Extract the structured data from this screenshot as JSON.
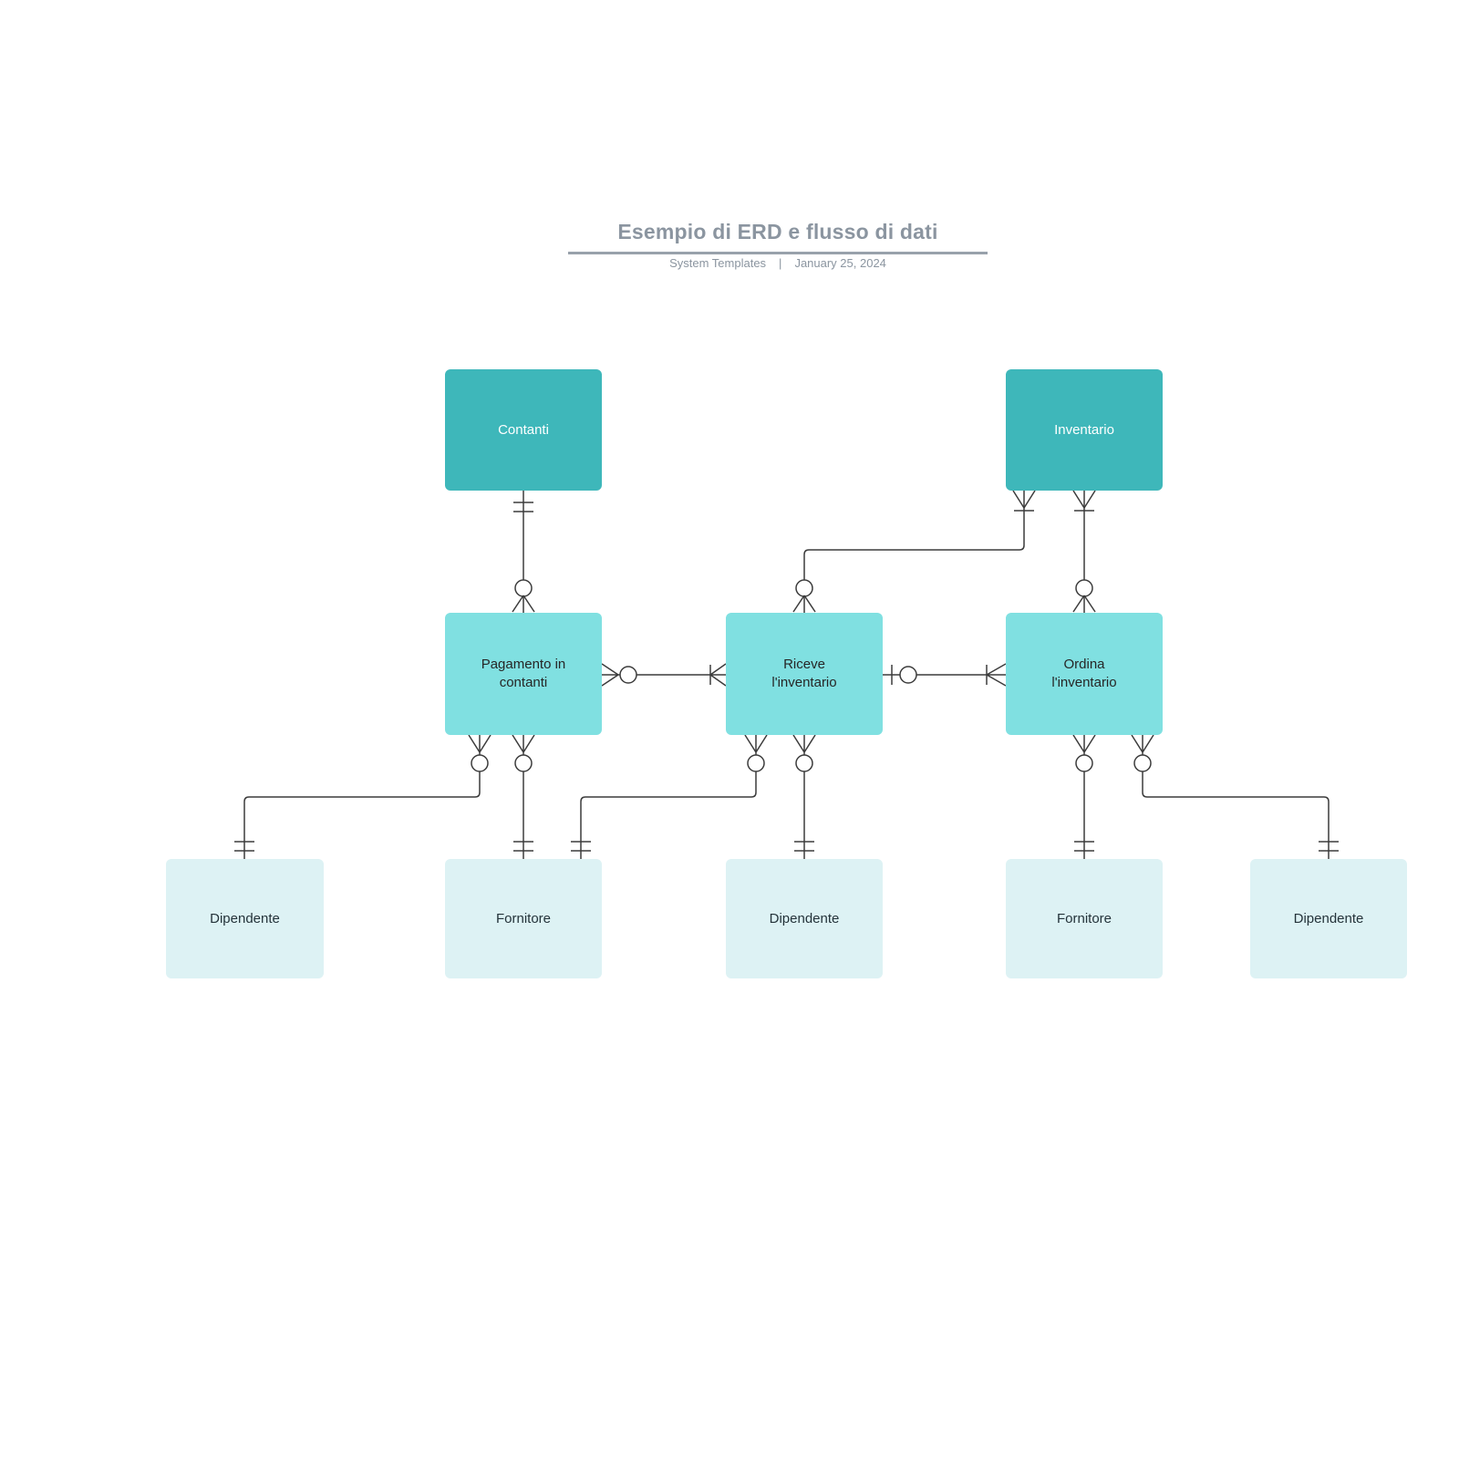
{
  "header": {
    "title": "Esempio di ERD e flusso di dati",
    "subtitle_left": "System Templates",
    "subtitle_separator": "|",
    "subtitle_right": "January 25, 2024"
  },
  "colors": {
    "entity_dark": "#3eb7ba",
    "process_mid": "#80e0e1",
    "actor_light": "#ddf2f4",
    "line_color": "#3c3c3c",
    "title_gray": "#8b95a0",
    "rule_gray": "#98a1ab"
  },
  "nodes": [
    {
      "id": "contanti",
      "label": "Contanti",
      "kind": "entity"
    },
    {
      "id": "inventario",
      "label": "Inventario",
      "kind": "entity"
    },
    {
      "id": "pagamento",
      "label": "Pagamento in\ncontanti",
      "kind": "process"
    },
    {
      "id": "riceve",
      "label": "Riceve\nl'inventario",
      "kind": "process"
    },
    {
      "id": "ordina",
      "label": "Ordina\nl'inventario",
      "kind": "process"
    },
    {
      "id": "dipendente-1",
      "label": "Dipendente",
      "kind": "actor"
    },
    {
      "id": "fornitore-1",
      "label": "Fornitore",
      "kind": "actor"
    },
    {
      "id": "dipendente-2",
      "label": "Dipendente",
      "kind": "actor"
    },
    {
      "id": "fornitore-2",
      "label": "Fornitore",
      "kind": "actor"
    },
    {
      "id": "dipendente-3",
      "label": "Dipendente",
      "kind": "actor"
    }
  ],
  "edges": [
    {
      "from": "contanti",
      "to": "pagamento",
      "from_end": "one-and-only-one",
      "to_end": "zero-or-many"
    },
    {
      "from": "inventario",
      "to": "riceve",
      "from_end": "one-or-many",
      "to_end": "zero-or-many"
    },
    {
      "from": "inventario",
      "to": "ordina",
      "from_end": "one-or-many",
      "to_end": "zero-or-many"
    },
    {
      "from": "pagamento",
      "to": "riceve",
      "from_end": "zero-or-many",
      "to_end": "one-or-many"
    },
    {
      "from": "riceve",
      "to": "ordina",
      "from_end": "zero-or-one",
      "to_end": "one-or-many"
    },
    {
      "from": "pagamento",
      "to": "dipendente-1",
      "from_end": "zero-or-many",
      "to_end": "one-and-only-one"
    },
    {
      "from": "pagamento",
      "to": "fornitore-1",
      "from_end": "zero-or-many",
      "to_end": "one-and-only-one"
    },
    {
      "from": "riceve",
      "to": "fornitore-1",
      "from_end": "zero-or-many",
      "to_end": "one-and-only-one"
    },
    {
      "from": "riceve",
      "to": "dipendente-2",
      "from_end": "zero-or-many",
      "to_end": "one-and-only-one"
    },
    {
      "from": "ordina",
      "to": "fornitore-2",
      "from_end": "zero-or-many",
      "to_end": "one-and-only-one"
    },
    {
      "from": "ordina",
      "to": "dipendente-3",
      "from_end": "zero-or-many",
      "to_end": "one-and-only-one"
    }
  ]
}
